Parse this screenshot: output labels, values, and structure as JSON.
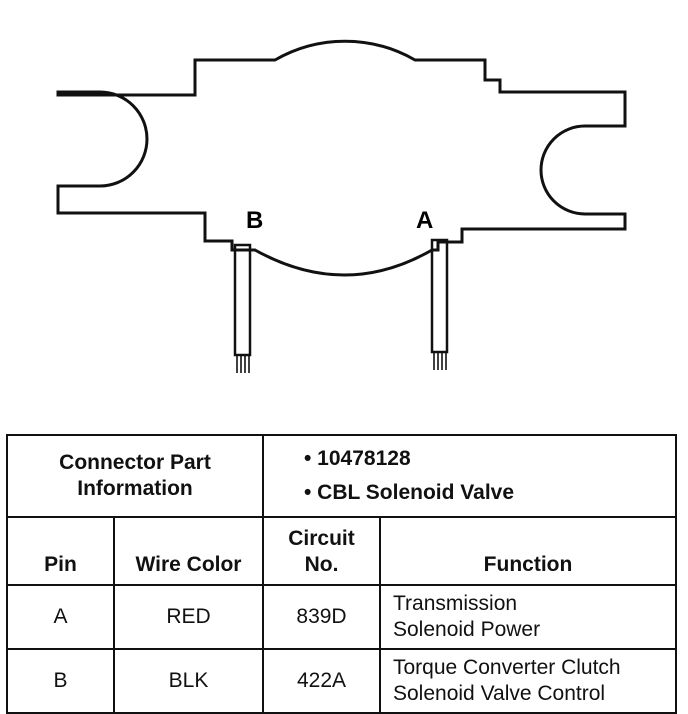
{
  "diagram": {
    "pin_labels": [
      "B",
      "A"
    ]
  },
  "table": {
    "connector_part_label": [
      "Connector Part",
      "Information"
    ],
    "part_info": [
      "• 10478128",
      "• CBL Solenoid Valve"
    ],
    "headers": {
      "pin": "Pin",
      "wire_color": "Wire Color",
      "circuit_no": [
        "Circuit",
        "No."
      ],
      "function": "Function"
    },
    "rows": [
      {
        "pin": "A",
        "wire_color": "RED",
        "circuit_no": "839D",
        "function": [
          "Transmission",
          "Solenoid Power"
        ]
      },
      {
        "pin": "B",
        "wire_color": "BLK",
        "circuit_no": "422A",
        "function": [
          "Torque Converter Clutch",
          "Solenoid Valve Control"
        ]
      }
    ]
  }
}
